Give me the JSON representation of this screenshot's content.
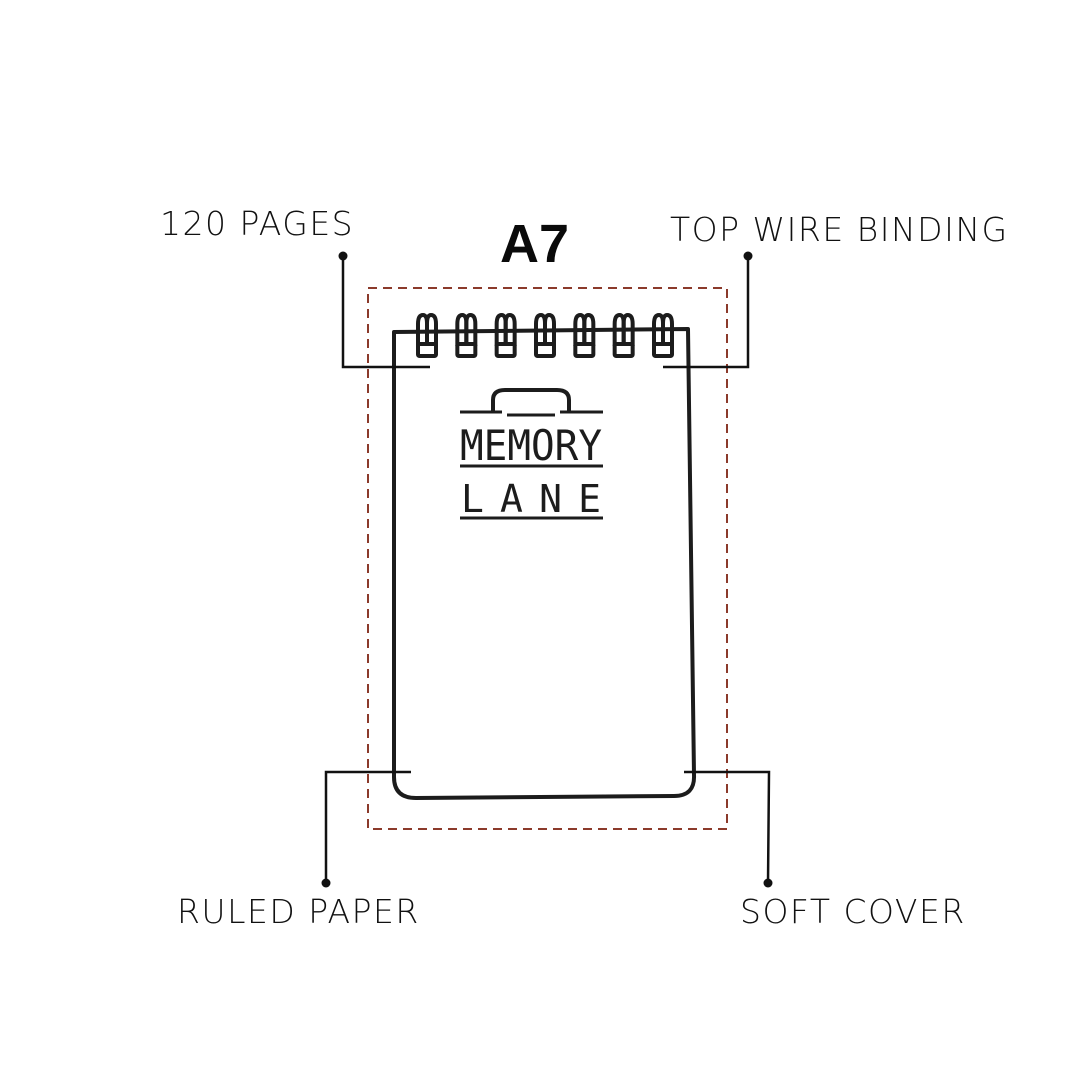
{
  "title": "A7",
  "callouts": {
    "pages": "120 PAGES",
    "binding": "TOP WIRE BINDING",
    "paper": "RULED PAPER",
    "cover": "SOFT COVER"
  },
  "product": {
    "brand_line1": "MEMORY",
    "brand_line2": "LANE",
    "coil_count": 7
  },
  "colors": {
    "ink": "#1a1a1a",
    "dashed_outline": "#8b3a2b",
    "background": "#ffffff"
  },
  "icons": {
    "callout_dot": "filled-circle",
    "logo_emblem": "briefcase-handle"
  }
}
